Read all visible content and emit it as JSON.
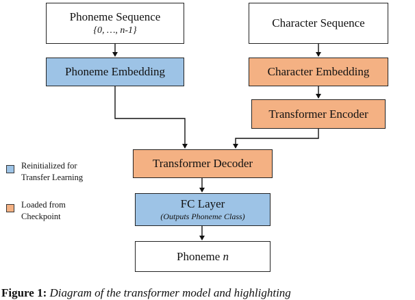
{
  "colors": {
    "blue": "#9dc3e6",
    "orange": "#f4b183",
    "line": "#111111"
  },
  "boxes": {
    "phoneme_sequence": {
      "title": "Phoneme Sequence",
      "subtitle": "{0, …, n-1}"
    },
    "character_sequence": {
      "title": "Character Sequence"
    },
    "phoneme_embedding": {
      "title": "Phoneme Embedding"
    },
    "character_embedding": {
      "title": "Character Embedding"
    },
    "transformer_encoder": {
      "title": "Transformer Encoder"
    },
    "transformer_decoder": {
      "title": "Transformer Decoder"
    },
    "fc_layer": {
      "title": "FC Layer",
      "subtitle": "(Outputs Phoneme Class)"
    },
    "phoneme_n": {
      "title": "Phoneme ",
      "var": "n"
    }
  },
  "legend": {
    "reinitialized": [
      "Reinitialized for",
      "Transfer Learning"
    ],
    "loaded": [
      "Loaded from",
      "Checkpoint"
    ]
  },
  "caption": {
    "label": "Figure 1:",
    "text": "Diagram of the transformer model and highlighting"
  }
}
